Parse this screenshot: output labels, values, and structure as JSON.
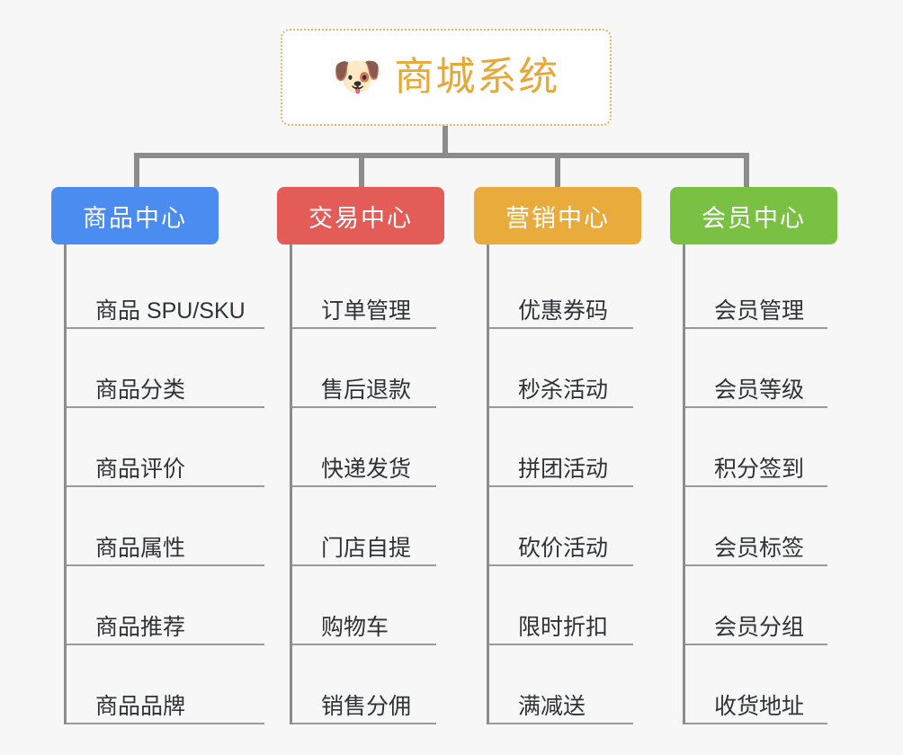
{
  "root": {
    "icon": "dog-face-emoji",
    "icon_glyph": "🐶",
    "title": "商城系统",
    "border_color": "#e8b75a",
    "text_color": "#e5a93a",
    "background": "#ffffff"
  },
  "canvas": {
    "background": "#f7f7f7",
    "connector_color": "#8c8c8c"
  },
  "columns": [
    {
      "category": "商品中心",
      "color": "#4a8cf0",
      "items": [
        "商品 SPU/SKU",
        "商品分类",
        "商品评价",
        "商品属性",
        "商品推荐",
        "商品品牌"
      ]
    },
    {
      "category": "交易中心",
      "color": "#e35c57",
      "items": [
        "订单管理",
        "售后退款",
        "快递发货",
        "门店自提",
        "购物车",
        "销售分佣"
      ]
    },
    {
      "category": "营销中心",
      "color": "#e9ab3c",
      "items": [
        "优惠券码",
        "秒杀活动",
        "拼团活动",
        "砍价活动",
        "限时折扣",
        "满减送"
      ]
    },
    {
      "category": "会员中心",
      "color": "#7ac143",
      "items": [
        "会员管理",
        "会员等级",
        "积分签到",
        "会员标签",
        "会员分组",
        "收货地址"
      ]
    }
  ]
}
